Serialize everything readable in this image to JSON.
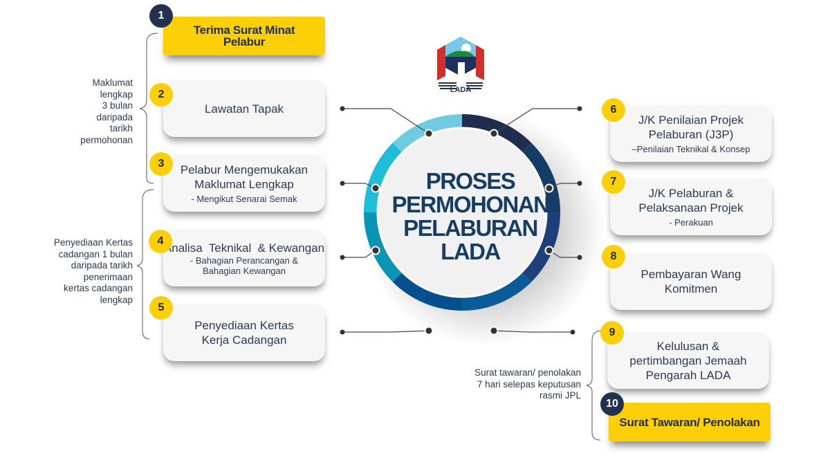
{
  "title": [
    "PROSES",
    "PERMOHONAN",
    "PELABURAN",
    "LADA"
  ],
  "logo": {
    "label": "LADA",
    "icon": "lada-logo-icon"
  },
  "colors": {
    "yellow": "#fccf06",
    "navy": "#233150",
    "card": "#f6f6f7",
    "title": "#173d63",
    "ring": [
      "#6fcbe0",
      "#1ebdd9",
      "#0a95b4",
      "#0872a8",
      "#054f8e",
      "#0a5b97",
      "#1c4077",
      "#143d66",
      "#1f2e4e"
    ]
  },
  "steps": [
    {
      "num": "1",
      "title": "Terima Surat Minat Pelabur",
      "sub": ""
    },
    {
      "num": "2",
      "title": "Lawatan Tapak",
      "sub": ""
    },
    {
      "num": "3",
      "title": "Pelabur Mengemukakan Maklumat Lengkap",
      "sub": "- Mengikut Senarai Semak"
    },
    {
      "num": "4",
      "title": "Analisa  Teknikal  & Kewangan",
      "sub": "-  Bahagian Perancangan & Bahagian Kewangan"
    },
    {
      "num": "5",
      "title": "Penyediaan Kertas Kerja Cadangan",
      "sub": ""
    },
    {
      "num": "6",
      "title": "J/K Penilaian Projek Pelaburan (J3P)",
      "sub": "–Penilaian Teknikal & Konsep"
    },
    {
      "num": "7",
      "title": "J/K Pelaburan & Pelaksanaan Projek",
      "sub": "- Perakuan"
    },
    {
      "num": "8",
      "title": "Pembayaran Wang Komitmen",
      "sub": ""
    },
    {
      "num": "9",
      "title": "Kelulusan & pertimbangan Jemaah Pengarah LADA",
      "sub": ""
    },
    {
      "num": "10",
      "title": "Surat Tawaran/ Penolakan",
      "sub": ""
    }
  ],
  "notes": {
    "n1": [
      "Maklumat",
      "lengkap",
      "3 bulan",
      "daripada",
      "tarikh",
      "permohonan"
    ],
    "n2": [
      "Penyediaan Kertas",
      "cadangan 1 bulan",
      "daripada tarikh",
      "penerimaan",
      "kertas cadangan",
      "lengkap"
    ],
    "n3": [
      "Surat tawaran/ penolakan",
      "7 hari selepas keputusan",
      "rasmi JPL"
    ]
  }
}
